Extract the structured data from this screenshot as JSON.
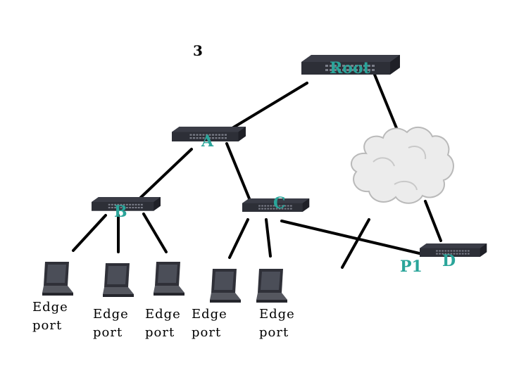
{
  "figure_number": "3",
  "switches": {
    "root": "Root",
    "a": "A",
    "b": "B",
    "c": "C",
    "d": "D"
  },
  "port_label": "P1",
  "edge_ports": [
    {
      "line1": "Edge",
      "line2": "port"
    },
    {
      "line1": "Edge",
      "line2": "port"
    },
    {
      "line1": "Edge",
      "line2": "port"
    },
    {
      "line1": "Edge",
      "line2": "port"
    },
    {
      "line1": "Edge",
      "line2": "port"
    }
  ],
  "colors": {
    "label_teal": "#2aa59a",
    "switch_body": "#3a3c46",
    "link": "#000000",
    "cloud": "#ececec"
  }
}
